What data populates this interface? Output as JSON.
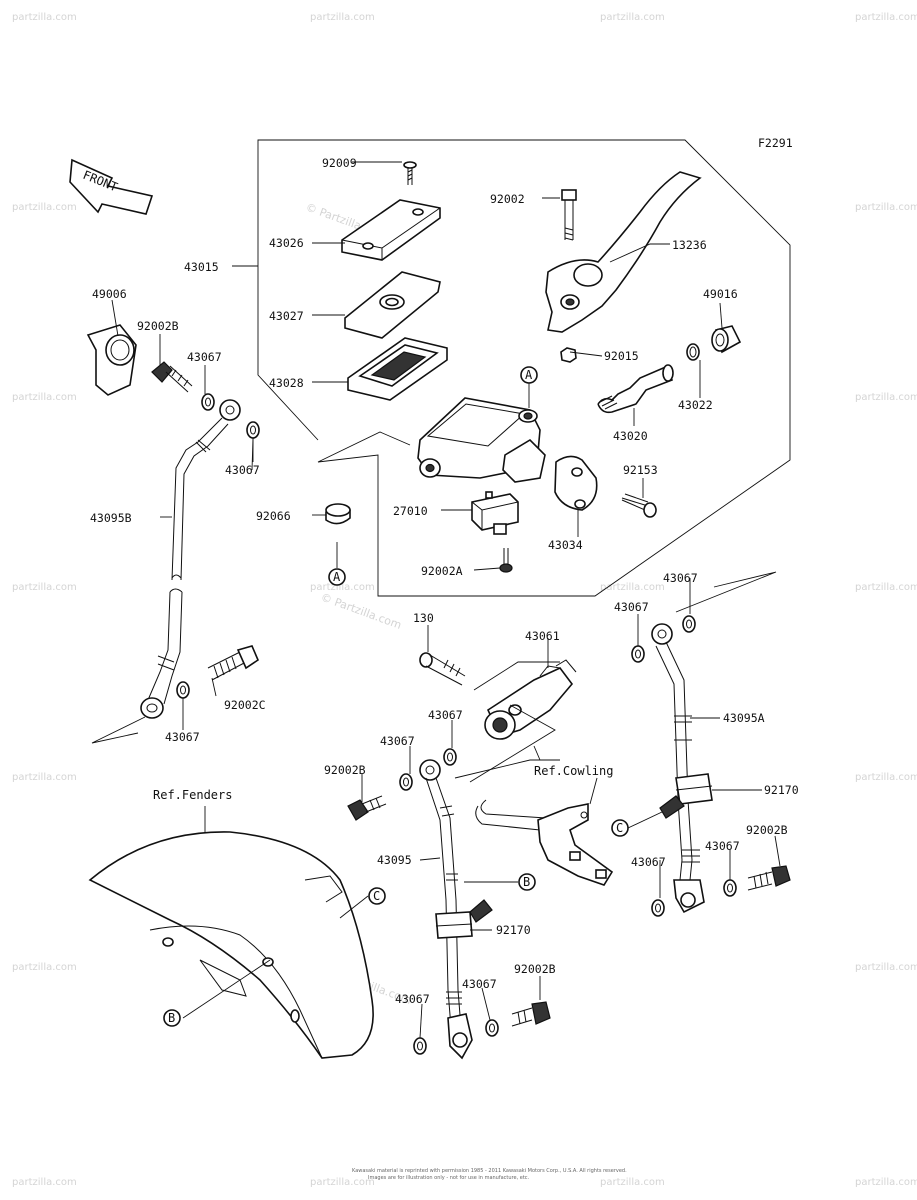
{
  "figure_code": "F2291",
  "front_arrow": {
    "label": "FRONT"
  },
  "watermark": {
    "text": "© Partzilla.com",
    "corner_text": "partzilla.com"
  },
  "callout_letters": {
    "a": "A",
    "b": "B",
    "c": "C"
  },
  "references": {
    "fenders": "Ref.Fenders",
    "cowling": "Ref.Cowling"
  },
  "parts": [
    {
      "id": "p92009",
      "label": "92009",
      "name": "reservoir-cap-screw"
    },
    {
      "id": "p92002",
      "label": "92002",
      "name": "lever-pivot-bolt"
    },
    {
      "id": "p43026",
      "label": "43026",
      "name": "reservoir-cap"
    },
    {
      "id": "p13236",
      "label": "13236",
      "name": "brake-lever"
    },
    {
      "id": "p43015",
      "label": "43015",
      "name": "master-cylinder-assy"
    },
    {
      "id": "p49006",
      "label": "49006",
      "name": "hose-cap"
    },
    {
      "id": "p43027",
      "label": "43027",
      "name": "diaphragm-plate"
    },
    {
      "id": "p49016",
      "label": "49016",
      "name": "dust-boot"
    },
    {
      "id": "p92002b_1",
      "label": "92002B",
      "name": "banjo-bolt"
    },
    {
      "id": "p43067_1",
      "label": "43067",
      "name": "washer"
    },
    {
      "id": "p92015",
      "label": "92015",
      "name": "lever-nut"
    },
    {
      "id": "p43028",
      "label": "43028",
      "name": "diaphragm"
    },
    {
      "id": "p43022",
      "label": "43022",
      "name": "circlip"
    },
    {
      "id": "p43020",
      "label": "43020",
      "name": "piston-kit"
    },
    {
      "id": "p43067_2",
      "label": "43067",
      "name": "washer"
    },
    {
      "id": "p92153",
      "label": "92153",
      "name": "clamp-bolt"
    },
    {
      "id": "p43095b",
      "label": "43095B",
      "name": "brake-hose-b"
    },
    {
      "id": "p27010",
      "label": "27010",
      "name": "brake-light-switch"
    },
    {
      "id": "p92066",
      "label": "92066",
      "name": "rubber-plug"
    },
    {
      "id": "p43034",
      "label": "43034",
      "name": "master-cylinder-clamp"
    },
    {
      "id": "p92002a",
      "label": "92002A",
      "name": "switch-screw"
    },
    {
      "id": "p43067_3",
      "label": "43067",
      "name": "washer"
    },
    {
      "id": "p43067_4",
      "label": "43067",
      "name": "washer"
    },
    {
      "id": "p130",
      "label": "130",
      "name": "flanged-bolt"
    },
    {
      "id": "p43061",
      "label": "43061",
      "name": "brake-hose-joint"
    },
    {
      "id": "p92002c",
      "label": "92002C",
      "name": "banjo-bolt-c"
    },
    {
      "id": "p43067_5",
      "label": "43067",
      "name": "washer"
    },
    {
      "id": "p43067_6",
      "label": "43067",
      "name": "washer"
    },
    {
      "id": "p43095a",
      "label": "43095A",
      "name": "brake-hose-a"
    },
    {
      "id": "p43067_7",
      "label": "43067",
      "name": "washer"
    },
    {
      "id": "p92002b_2",
      "label": "92002B",
      "name": "banjo-bolt"
    },
    {
      "id": "p92170_1",
      "label": "92170",
      "name": "hose-clamp"
    },
    {
      "id": "p92002b_3",
      "label": "92002B",
      "name": "banjo-bolt"
    },
    {
      "id": "p43095",
      "label": "43095",
      "name": "brake-hose"
    },
    {
      "id": "p43067_8",
      "label": "43067",
      "name": "washer"
    },
    {
      "id": "p43067_9",
      "label": "43067",
      "name": "washer"
    },
    {
      "id": "p92170_2",
      "label": "92170",
      "name": "hose-clamp"
    },
    {
      "id": "p43067_10",
      "label": "43067",
      "name": "washer"
    },
    {
      "id": "p92002b_4",
      "label": "92002B",
      "name": "banjo-bolt"
    },
    {
      "id": "p43067_11",
      "label": "43067",
      "name": "washer"
    }
  ],
  "footer": {
    "line1": "Kawasaki material is reprinted with permission  1985 - 2011  Kawasaki Motors Corp., U.S.A.  All rights reserved.",
    "line2": "Images are for illustration only - not for use in manufacture, etc."
  }
}
